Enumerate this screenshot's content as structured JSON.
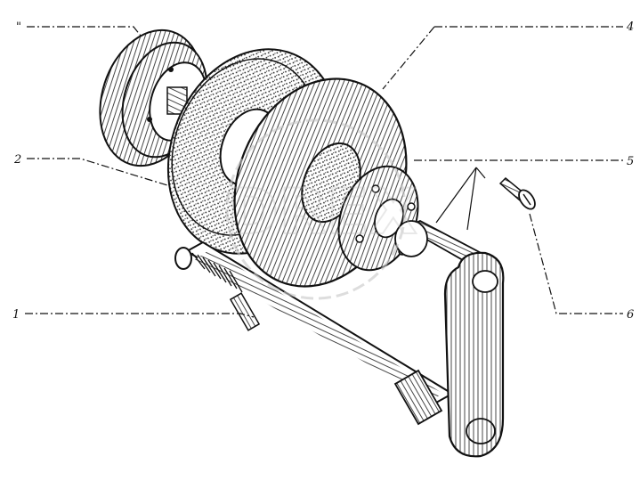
{
  "diagram": {
    "callouts": {
      "c1": "1",
      "c2": "2",
      "c3": "\"",
      "c4": "4",
      "c5": "5",
      "c6": "6"
    },
    "watermark": "DREX"
  }
}
